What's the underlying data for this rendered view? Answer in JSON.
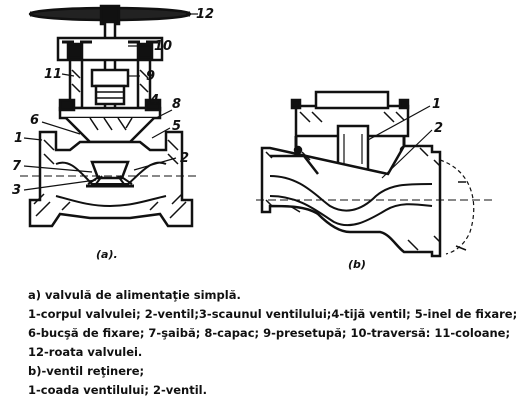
{
  "figure_a": {
    "caption": "(a).",
    "labels": [
      "1",
      "2",
      "3",
      "4",
      "5",
      "6",
      "7",
      "8",
      "9",
      "10",
      "11",
      "12"
    ]
  },
  "figure_b": {
    "caption": "(b)",
    "labels": [
      "1",
      "2"
    ]
  },
  "legend": {
    "line1": "a) valvulă de alimentaţie simplă.",
    "line2": "1-corpul valvulei; 2-ventil;3-scaunul ventilului;4-tijă ventil; 5-inel de fixare;",
    "line3": "6-bucşă de fixare; 7-şaibă; 8-capac; 9-presetupă; 10-traversă: 11-coloane;",
    "line4": "12-roata valvulei.",
    "line5": "b)-ventil reţinere;",
    "line6": "1-coada ventilului; 2-ventil."
  }
}
